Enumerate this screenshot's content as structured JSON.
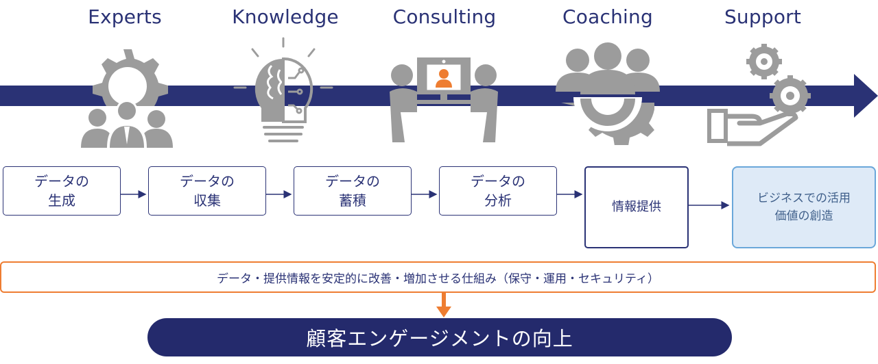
{
  "stages": [
    {
      "label": "Experts",
      "icon": "experts-gear-people-icon"
    },
    {
      "label": "Knowledge",
      "icon": "lightbulb-brain-icon"
    },
    {
      "label": "Consulting",
      "icon": "video-meeting-icon"
    },
    {
      "label": "Coaching",
      "icon": "team-gear-icon"
    },
    {
      "label": "Support",
      "icon": "hand-gears-icon"
    }
  ],
  "process": [
    {
      "line1": "データの",
      "line2": "生成"
    },
    {
      "line1": "データの",
      "line2": "収集"
    },
    {
      "line1": "データの",
      "line2": "蓄積"
    },
    {
      "line1": "データの",
      "line2": "分析"
    }
  ],
  "info_box": {
    "label": "情報提供"
  },
  "value_box": {
    "line1": "ビジネスでの活用",
    "line2": "価値の創造"
  },
  "mechanism": {
    "label": "データ・提供情報を安定的に改善・増加させる仕組み（保守・運用・セキュリティ）"
  },
  "engagement": {
    "label": "顧客エンゲージメントの向上"
  },
  "colors": {
    "navy": "#2a3275",
    "icon_gray": "#9c9c9c",
    "orange": "#ee7d31",
    "value_fill": "#deeaf7",
    "value_border": "#6aa7da"
  }
}
